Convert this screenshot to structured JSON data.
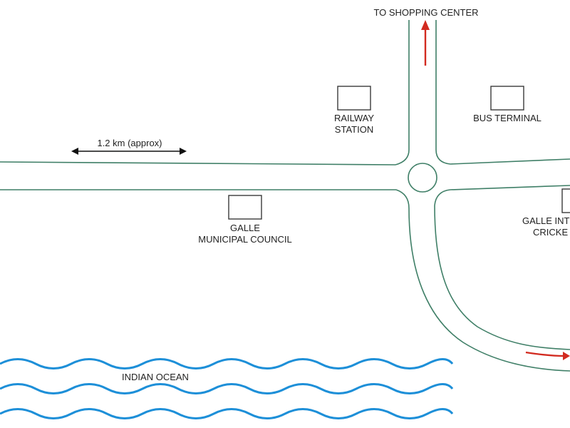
{
  "map": {
    "directions": {
      "to_shopping_center": "TO SHOPPING CENTER"
    },
    "scale": {
      "label": "1.2 km (approx)"
    },
    "landmarks": {
      "railway_station": [
        "RAILWAY",
        "STATION"
      ],
      "bus_terminal": [
        "BUS TERMINAL"
      ],
      "municipal_council": [
        "GALLE",
        "MUNICIPAL COUNCIL"
      ],
      "cricket_stadium": [
        "GALLE INT",
        "CRICKE"
      ]
    },
    "water": {
      "label": "INDIAN OCEAN"
    },
    "colors": {
      "road": "#3f7f67",
      "ocean": "#1d8fd8",
      "direction_arrow": "#d22a1f",
      "building_outline": "#3a3a3a"
    },
    "icons": [
      "roundabout-icon",
      "direction-arrow-icon",
      "scale-arrow-icon",
      "building-icon",
      "ocean-wave-icon"
    ]
  }
}
